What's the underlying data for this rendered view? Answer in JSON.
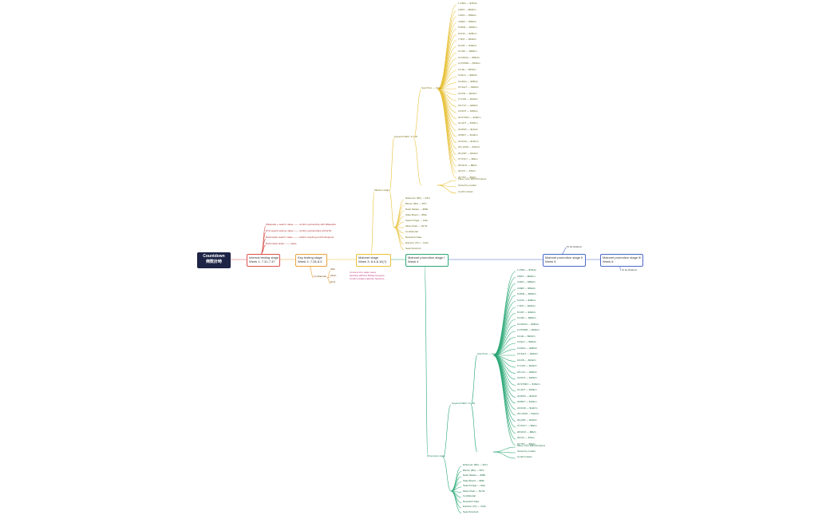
{
  "root": {
    "title": "Countdown",
    "subtitle": "倒数計時"
  },
  "stages": {
    "internal": {
      "l1": "Internal testing stage",
      "l2": "Week 1: 7.31-7.37",
      "color": "#d9534f"
    },
    "key": {
      "l1": "Key testing stage",
      "l2": "Week 2: 7.28-8.3",
      "color": "#e8a23a"
    },
    "mainnet": {
      "l1": "Mainnet stage",
      "l2": "Week 3: 8.4-8.10(?)",
      "color": "#e8c23a"
    },
    "promo1": {
      "l1": "Mainnet promotion stage I",
      "l2": "Week 4",
      "color": "#2aa876"
    },
    "promo2": {
      "l1": "Mainnet promotion stage II",
      "l2": "Week 5",
      "color": "#4a68c8"
    },
    "promo3": {
      "l1": "Mainnet promotion stage III",
      "l2": "Week 6",
      "color": "#4a68c8"
    }
  },
  "internal_items": [
    "Wikipedia + search: ideas —— confirm partnership with Wikipedia",
    "ETH search testing: ideas —— confirm partnerships with ETH",
    "Bookmarks search: ideas —— confirm inquiring to ETH Explorer",
    "Bookmarks tasks: —— ideas"
  ],
  "key_items": [
    "Wiki",
    "Mesh",
    "ETH"
  ],
  "key_label": "Confidential",
  "key_notes": [
    "Connect 10+ tasks users",
    "Sending efficient Bridge Keepers",
    "Confirm Adjust Harbour Sections"
  ],
  "mainnet_label": "Mainnet stage",
  "promo1_label": "Promotion stage",
  "list_a_label": "Keyword SEO: 17~18",
  "list_b_label": "Gas Price — 1day",
  "top_items": [
    "1.OMG — $75k/m",
    "2.BAT — $60k/m",
    "3.ZRX — $55k/m",
    "4.REP — $50k/m",
    "5.MKR — $48k/m",
    "6.KNC — $45k/m",
    "7.SNT — $42k/m",
    "8.GNT — $40k/m",
    "9.LINK — $38k/m",
    "10.MANA — $36k/m",
    "11.POWR — $34k/m",
    "12.AE — $32k/m",
    "13.ELF — $30k/m",
    "14.ENG — $28k/m",
    "15.SALT — $26k/m",
    "16.KIN — $24k/m",
    "17.FUN — $22k/m",
    "18.CVC — $20k/m",
    "19.DNT — $18k/m",
    "20.STORJ — $16k/m",
    "21.ANT — $15k/m",
    "22.RDN — $14k/m",
    "23.BNT — $13k/m",
    "24.DGD — $12k/m",
    "25.LOOM — $11k/m",
    "26.QSP — $10k/m",
    "27.POLY — $9k/m",
    "28.MCO — $8k/m",
    "29.ICX — $7k/m",
    "30.TNT — $6k/m"
  ],
  "top_extra": [
    "Many more ERC20 tokens",
    "Sorted by market",
    "Confirm listed"
  ],
  "top_misc": [
    "Ethereum (BC) — ETH",
    "Bitcoin (BC) — BTC",
    "Dash Market — $68k",
    "Stats Board — $54k",
    "Search Page — Hike",
    "Meta Chain — $2.5k",
    "Confidential",
    "Research Data",
    "Explorer (V1) — Kelly",
    "Searchcontent"
  ],
  "bottom_items": [
    "1.OMG — $75k/m",
    "2.BAT — $60k/m",
    "3.ZRX — $55k/m",
    "4.REP — $50k/m",
    "5.MKR — $48k/m",
    "6.KNC — $45k/m",
    "7.SNT — $42k/m",
    "8.GNT — $40k/m",
    "9.LINK — $38k/m",
    "10.MANA — $36k/m",
    "11.POWR — $34k/m",
    "12.AE — $32k/m",
    "13.ELF — $30k/m",
    "14.ENG — $28k/m",
    "15.SALT — $26k/m",
    "16.KIN — $24k/m",
    "17.FUN — $22k/m",
    "18.CVC — $20k/m",
    "19.DNT — $18k/m",
    "20.STORJ — $16k/m",
    "21.ANT — $15k/m",
    "22.RDN — $14k/m",
    "23.BNT — $13k/m",
    "24.DGD — $12k/m",
    "25.LOOM — $11k/m",
    "26.QSP — $10k/m",
    "27.POLY — $9k/m",
    "28.MCO — $8k/m",
    "29.ICX — $7k/m",
    "30.TNT — $6k/m"
  ],
  "bottom_extra": [
    "Many more ERC20 tokens",
    "Sorted by market",
    "Confirm listed"
  ],
  "bottom_misc": [
    "Ethereum (BC) — ETH",
    "Bitcoin (BC) — BTC",
    "Dash Market — $68k",
    "Stats Board — $54k",
    "Search Page — Hike",
    "Meta Chain — $2.5k",
    "Confidential",
    "Research Data",
    "Explorer (V1) — Kelly",
    "Searchcontent"
  ],
  "promo2_child": "To be finished",
  "promo3_child": "To be finished"
}
